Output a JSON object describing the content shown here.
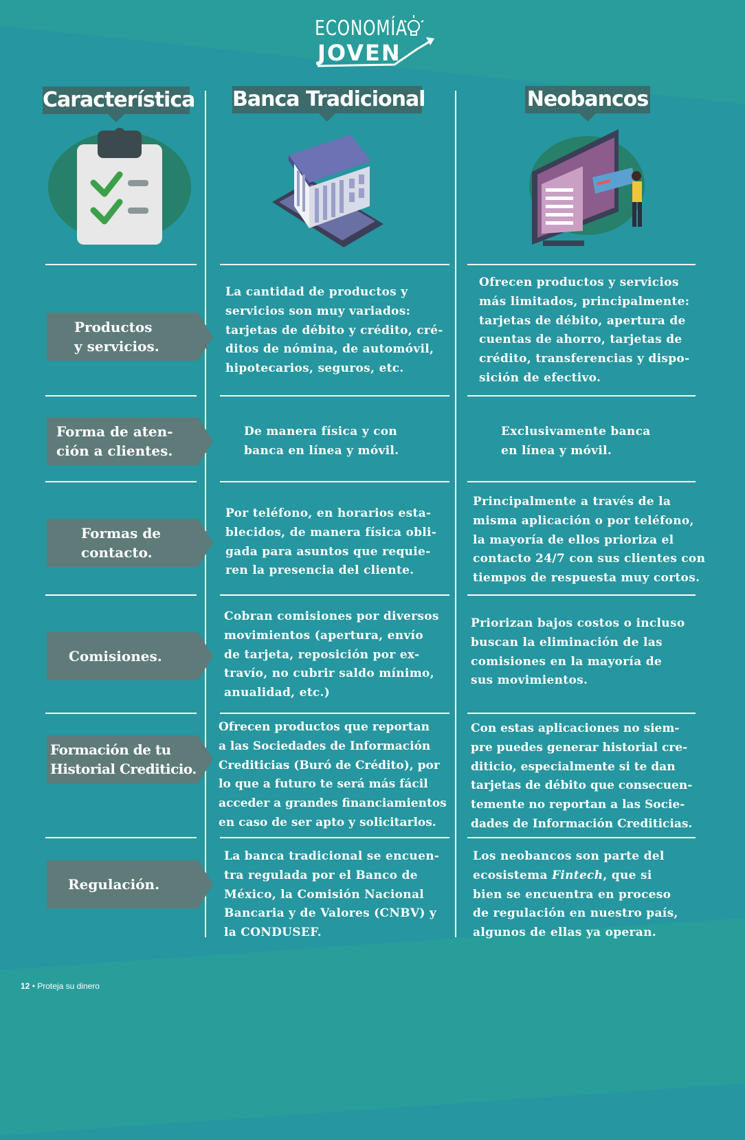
{
  "logo": {
    "line1": "ECONOMÍA",
    "line2": "JOVEN"
  },
  "headers": {
    "characteristic": "Característica",
    "traditional": "Banca Tradicional",
    "neobanks": "Neobancos"
  },
  "icons": {
    "characteristic": "clipboard-checklist-icon",
    "traditional": "bank-building-phone-icon",
    "neobanks": "online-banking-screen-icon"
  },
  "rows": [
    {
      "label": "Productos\ny servicios.",
      "traditional": "La cantidad de productos y\nservicios son muy variados:\ntarjetas de débito y crédito, cré-\nditos de nómina, de automóvil,\nhipotecarios, seguros, etc.",
      "neobanks": "Ofrecen productos y servicios\nmás limitados, principalmente:\ntarjetas de débito, apertura de\ncuentas de ahorro, tarjetas de\ncrédito, transferencias y dispo-\nsición de efectivo."
    },
    {
      "label": "Forma de aten-\nción a clientes.",
      "traditional": "De manera física y con\nbanca en línea y móvil.",
      "neobanks": "Exclusivamente banca\nen línea y móvil."
    },
    {
      "label": "Formas de\ncontacto.",
      "traditional": "Por teléfono, en horarios esta-\nblecidos, de manera física obli-\ngada para asuntos que requie-\nren la presencia del cliente.",
      "neobanks": "Principalmente a través de la\nmisma aplicación o por teléfono,\nla mayoría de ellos prioriza el\ncontacto 24/7 con sus clientes con\ntiempos de respuesta muy cortos."
    },
    {
      "label": "Comisiones.",
      "traditional": "Cobran comisiones por diversos\nmovimientos (apertura, envío\nde tarjeta, reposición por ex-\ntravío, no cubrir saldo mínimo,\nanualidad, etc.)",
      "neobanks": "Priorizan bajos costos o incluso\nbuscan la eliminación de las\ncomisiones en la mayoría de\nsus movimientos."
    },
    {
      "label": "Formación de tu\nHistorial Crediticio.",
      "traditional": "Ofrecen productos que reportan\na las Sociedades de Información\nCrediticias (Buró de Crédito), por\nlo que a futuro te será más fácil\nacceder a grandes financiamientos\nen caso de ser apto y solicitarlos.",
      "neobanks": "Con estas aplicaciones no siem-\npre puedes generar historial cre-\nditicio, especialmente si te dan\ntarjetas de débito que consecuen-\ntemente no reportan a las Socie-\ndades de Información Crediticias."
    },
    {
      "label": "Regulación.",
      "traditional": "La banca tradicional se encuen-\ntra regulada por el Banco de\nMéxico, la Comisión Nacional\nBancaria y de Valores (CNBV) y\nla CONDUSEF.",
      "neobanks_before": "Los neobancos son parte del\necosistema ",
      "neobanks_italic": "Fintech",
      "neobanks_after": ", que si\nbien se encuentra en proceso\nde regulación en nuestro país,\nalgunos de ellas ya operan."
    }
  ],
  "footer": {
    "page": "12",
    "bullet": "•",
    "text": "Proteja su dinero"
  }
}
